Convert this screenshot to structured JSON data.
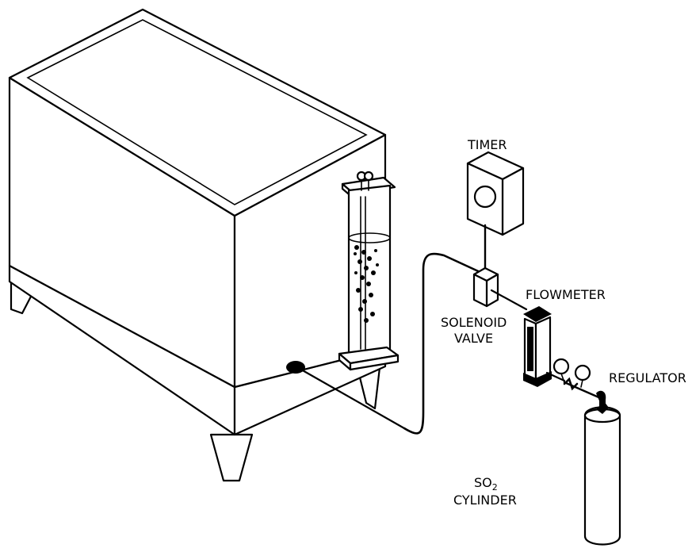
{
  "labels": {
    "timer": "TIMER",
    "flowmeter": "FLOWMETER",
    "solenoid_line1": "SOLENOID",
    "solenoid_line2": "VALVE",
    "regulator": "REGULATOR",
    "cylinder_formula_main": "SO",
    "cylinder_formula_sub": "2",
    "cylinder_line2": "CYLINDER"
  },
  "colors": {
    "ink": "#000000",
    "background": "#ffffff"
  }
}
